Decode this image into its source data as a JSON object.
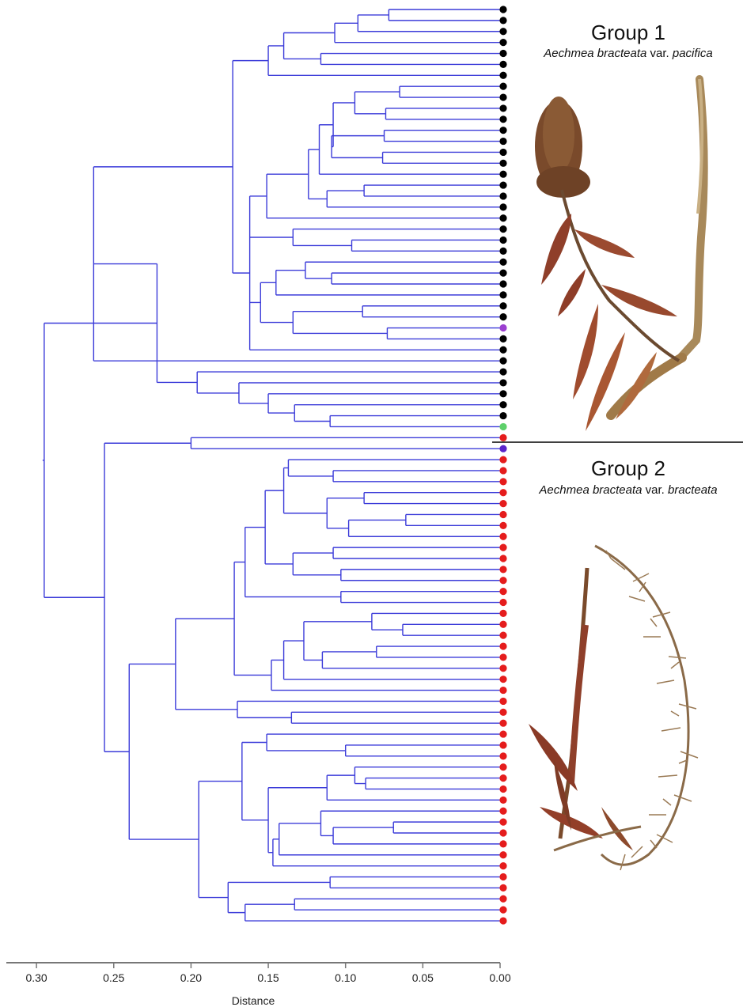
{
  "chart_data": {
    "type": "dendrogram",
    "xlabel": "Distance",
    "x_ticks": [
      "0.30",
      "0.25",
      "0.20",
      "0.15",
      "0.10",
      "0.05",
      "0.00"
    ],
    "xlim": [
      0.32,
      0.0
    ],
    "branch_color": "#3b3bd9",
    "leaf_colors": {
      "k": "#000000",
      "r": "#e51c1c",
      "p": "#9b3fd0",
      "g": "#5ed06a",
      "v": "#5a24c9"
    },
    "leaf_color_sequence": "kkkkkkkkkkkkkkkkkkkkkkkkkkkkkpkkkkkkkkgrvrrrrrrrrrrrrrrrrrrrrrrrrrrrrrrrrrrrrrrrrrrrrrrrrr",
    "tree": [
      0.295,
      [
        0.222,
        [
          0.263,
          [
            0.173,
            [
              0.15,
              [
                0.14,
                [
                  0.107,
                  [
                    0.092,
                    [
                      0.072,
                      0,
                      0
                    ],
                    0
                  ],
                  0
                ],
                [
                  0.116,
                  0,
                  0
                ]
              ],
              0
            ],
            [
              0.162,
              [
                0.151,
                [
                  0.124,
                  [
                    0.117,
                    [
                      0.108,
                      [
                        0.094,
                        [
                          0.065,
                          0,
                          0
                        ],
                        [
                          0.074,
                          0,
                          0
                        ]
                      ],
                      [
                        0.109,
                        [
                          0.075,
                          0,
                          0
                        ],
                        [
                          0.076,
                          0,
                          0
                        ]
                      ]
                    ],
                    0
                  ],
                  [
                    0.112,
                    [
                      0.088,
                      0,
                      0
                    ],
                    0
                  ]
                ],
                0
              ],
              [
                0.134,
                0,
                [
                  0.096,
                  0,
                  0
                ]
              ],
              [
                0.155,
                [
                  0.145,
                  [
                    0.126,
                    0,
                    [
                      0.109,
                      0,
                      0
                    ]
                  ],
                  0
                ],
                [
                  0.134,
                  [
                    0.089,
                    0,
                    0
                  ],
                  [
                    0.073,
                    0,
                    0
                  ]
                ]
              ],
              0
            ]
          ],
          0
        ],
        [
          0.196,
          0,
          [
            0.169,
            0,
            [
              0.15,
              0,
              [
                0.133,
                0,
                [
                  0.11,
                  0,
                  0
                ]
              ]
            ]
          ]
        ]
      ],
      [
        0.256,
        [
          0.2,
          0,
          0
        ],
        [
          0.24,
          [
            0.21,
            [
              0.172,
              [
                0.165,
                [
                  0.152,
                  [
                    0.14,
                    [
                      0.137,
                      0,
                      [
                        0.108,
                        0,
                        0
                      ]
                    ],
                    [
                      0.112,
                      [
                        0.088,
                        0,
                        0
                      ],
                      [
                        0.098,
                        [
                          0.061,
                          0,
                          0
                        ],
                        0
                      ]
                    ]
                  ],
                  [
                    0.134,
                    [
                      0.108,
                      0,
                      0
                    ],
                    [
                      0.103,
                      0,
                      0
                    ]
                  ]
                ],
                [
                  0.103,
                  0,
                  0
                ]
              ],
              [
                0.148,
                [
                  0.14,
                  [
                    0.127,
                    [
                      0.083,
                      0,
                      [
                        0.063,
                        0,
                        0
                      ]
                    ],
                    [
                      0.115,
                      [
                        0.08,
                        0,
                        0
                      ],
                      0
                    ]
                  ],
                  0
                ],
                0
              ]
            ],
            [
              0.17,
              0,
              [
                0.135,
                0,
                0
              ]
            ]
          ],
          [
            0.195,
            [
              0.167,
              [
                0.151,
                0,
                [
                  0.1,
                  0,
                  0
                ]
              ],
              [
                0.15,
                [
                  0.112,
                  [
                    0.094,
                    0,
                    [
                      0.087,
                      0,
                      0
                    ]
                  ],
                  0
                ],
                [
                  0.147,
                  [
                    0.143,
                    [
                      0.116,
                      0,
                      [
                        0.108,
                        [
                          0.069,
                          0,
                          0
                        ],
                        0
                      ]
                    ],
                    0
                  ],
                  0
                ]
              ]
            ],
            [
              0.176,
              [
                0.11,
                0,
                0
              ],
              [
                0.165,
                [
                  0.133,
                  0,
                  0
                ],
                0
              ]
            ]
          ]
        ]
      ]
    ]
  },
  "groups": [
    {
      "title": "Group 1",
      "subtitle_italic": "Aechmea bracteata",
      "subtitle_mid": " var. ",
      "subtitle_italic2": "pacifica"
    },
    {
      "title": "Group 2",
      "subtitle_italic": "Aechmea bracteata",
      "subtitle_mid": " var. ",
      "subtitle_italic2": "bracteata"
    }
  ],
  "specimen_images": [
    "dried-herbarium-specimen-pacifica",
    "dried-herbarium-specimen-bracteata"
  ]
}
